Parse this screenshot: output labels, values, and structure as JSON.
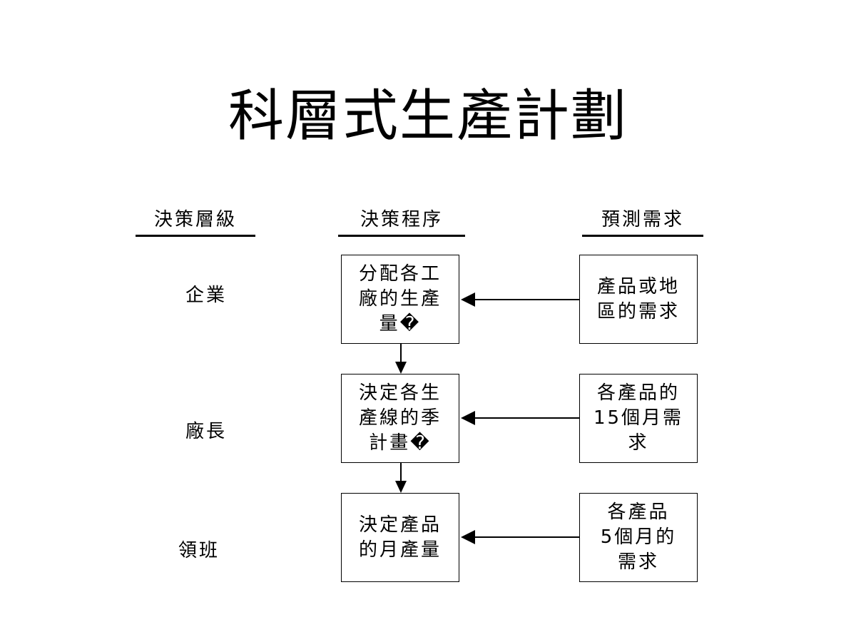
{
  "title": "科層式生產計劃",
  "headers": {
    "level": "決策層級",
    "procedure": "決策程序",
    "forecast": "預測需求"
  },
  "levels": [
    "企業",
    "廠長",
    "領班"
  ],
  "procedures": [
    "分配各工\n廠的生產\n量�",
    "決定各生\n產線的季\n計畫�",
    "決定產品\n的月產量"
  ],
  "forecasts": [
    "產品或地\n區的需求",
    "各產品的\n15個月需\n求",
    "各產品\n5個月的\n需求"
  ]
}
